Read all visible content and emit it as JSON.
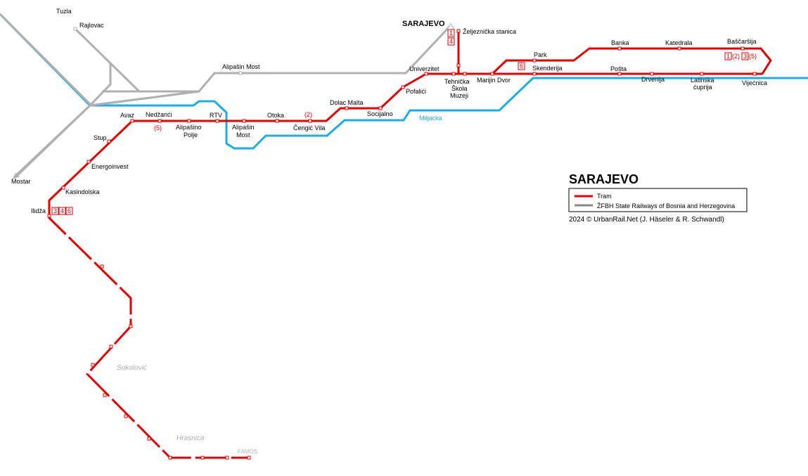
{
  "map": {
    "title": "SARAJEVO",
    "city_label": "SARAJEVO",
    "copyright": "2024 © UrbanRail.Net (J. Häseler & R. Schwandl)",
    "river_label": "Miljacka",
    "colors": {
      "tram": "#e00000",
      "rail": "#b0b0b0",
      "river": "#1aaee5"
    },
    "legend": [
      {
        "label": "Tram",
        "color": "#e00000"
      },
      {
        "label": "ŽFBH  State Railways of Bosnia and Herzegovina",
        "color": "#888888"
      }
    ],
    "rail_places": {
      "tuzla": "Tuzla",
      "rajlovac": "Rajlovac",
      "mostar": "Mostar",
      "alipasin_most": "Alipašin Most"
    },
    "inactive_places": {
      "sokolovic": "Sokolović",
      "hrasnica": "Hrasnica",
      "famos": "FAMOS"
    },
    "stations": {
      "zeljeznicka": "Željeznička stanica",
      "banka": "Banka",
      "katedrala": "Katedrala",
      "bascarsija": "Baščaršija",
      "park": "Park",
      "skenderija": "Skenderija",
      "posta": "Pošta",
      "drvenija": "Drvenija",
      "latinska1": "Latinska",
      "latinska2": "ćuprija",
      "vijecnica": "Vijećnica",
      "univerzitet": "Univerzitet",
      "tehnicka1": "Tehnička",
      "tehnicka2": "Škola",
      "tehnicka3": "Muzeji",
      "marijin_dvor": "Marijin Dvor",
      "pofalici": "Pofalići",
      "dolac_malta": "Dolac Malta",
      "socijalno": "Socijalno",
      "otoka": "Otoka",
      "cengic_vila": "Čengić Vila",
      "alipasin_most_tram1": "Alipašin",
      "alipasin_most_tram2": "Most",
      "rtv": "RTV",
      "alipasino_polje1": "Alipašino",
      "alipasino_polje2": "Polje",
      "nedzarici": "Nedžarići",
      "avaz": "Avaz",
      "stup": "Stup",
      "energoinvest": "Energoinvest",
      "kasindolska": "Kasindolska",
      "ilidza": "Ilidža"
    },
    "route_markers": {
      "zeljeznicka": [
        "1",
        "4"
      ],
      "bascarsija": [
        "1",
        "(2)",
        "3",
        "(5)"
      ],
      "skenderija": [
        "6"
      ],
      "ilidza": [
        "3",
        "4",
        "6"
      ],
      "cengic_vila": [
        "(2)"
      ],
      "nedzarici": [
        "(5)"
      ]
    }
  }
}
